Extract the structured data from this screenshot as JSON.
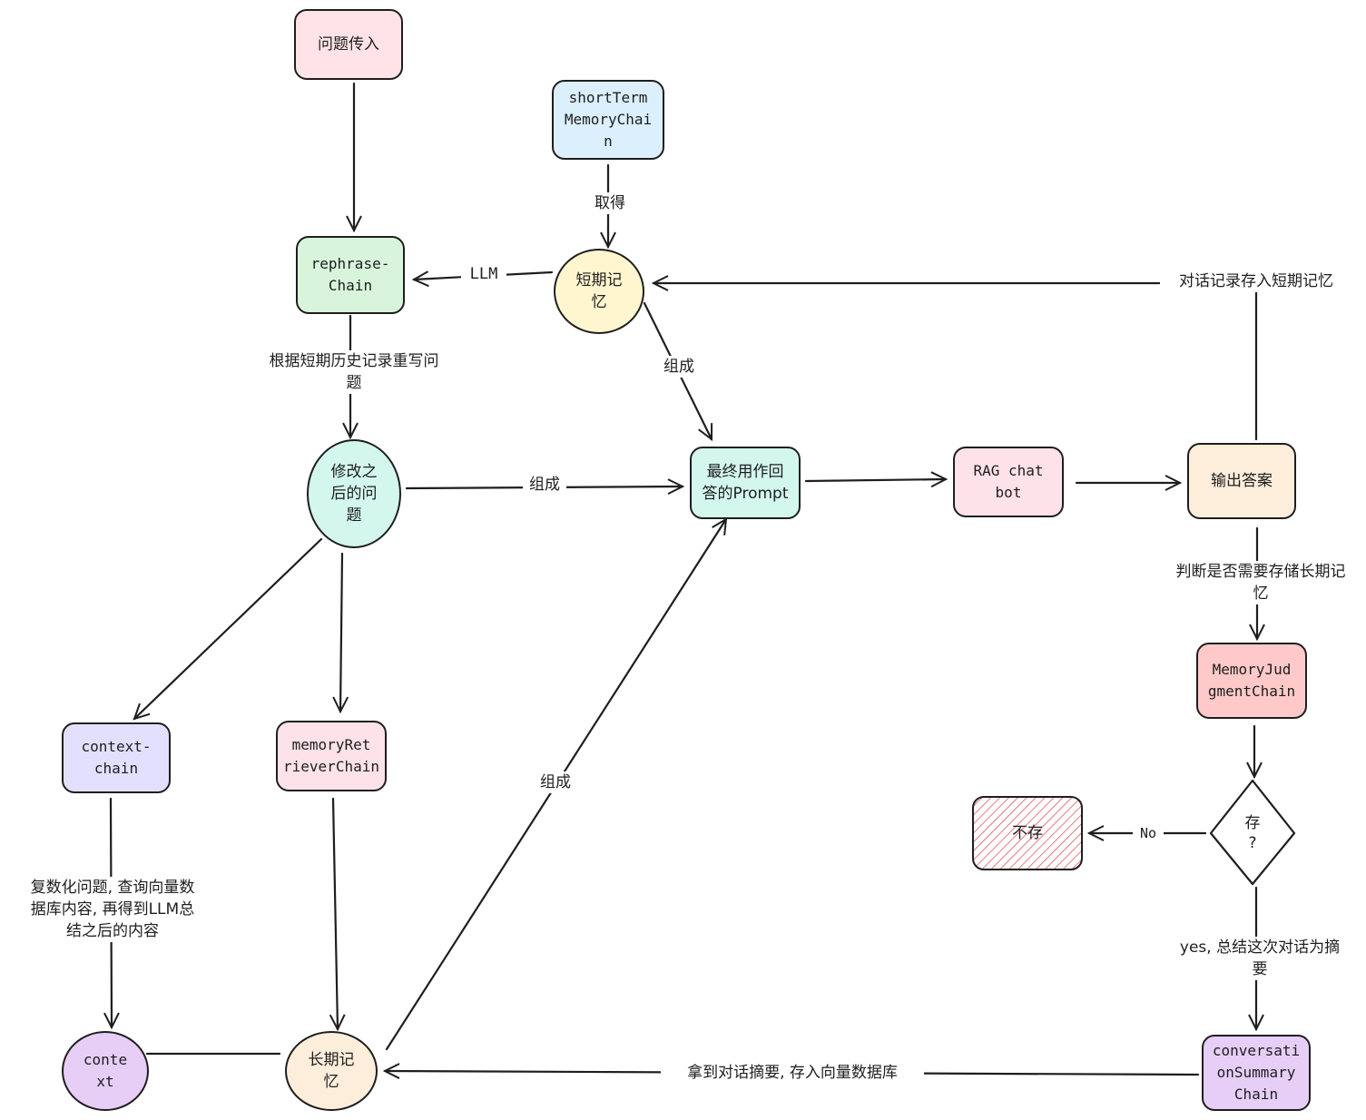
{
  "nodes": {
    "question_in": "问题传入",
    "short_term_chain": "shortTerm\nMemoryChai\nn",
    "rephrase_chain": "rephrase-\nChain",
    "short_memory": "短期记\n忆",
    "modified_question": "修改之\n后的问\n题",
    "final_prompt": "最终用作回\n答的Prompt",
    "rag_chatbot": "RAG chat\nbot",
    "output_answer": "输出答案",
    "memory_judgment_chain": "MemoryJud\ngmentChain",
    "decision": "存\n?",
    "not_store": "不存",
    "context_chain": "context-\nchain",
    "memory_retriever_chain": "memoryRet\nrieverChain",
    "context": "conte\nxt",
    "long_memory": "长期记\n忆",
    "conversation_summary_chain": "conversati\nonSummary\nChain"
  },
  "edge_labels": {
    "obtain": "取得",
    "llm": "LLM",
    "rephrase_desc": "根据短期历史记录重写问\n题",
    "compose_1": "组成",
    "compose_2": "组成",
    "compose_3": "组成",
    "store_short": "对话记录存入短期记忆",
    "judge_long": "判断是否需要存储长期记\n忆",
    "no": "No",
    "yes_summary": "yes, 总结这次对话为摘\n要",
    "multi_query": "复数化问题, 查询向量数\n据库内容, 再得到LLM总\n结之后的内容",
    "store_vector": "拿到对话摘要, 存入向量数据库"
  },
  "colors": {
    "stroke": "#1e1e1e",
    "pink": "#ffe3e6",
    "blue": "#dbeffc",
    "green": "#d8f5dc",
    "yellow": "#fff6cf",
    "cyan": "#d3f7ec",
    "peach": "#fdeedb",
    "red": "#ffc9c9",
    "red_hatch": "#e03131",
    "lavender": "#e3e0ff",
    "purple": "#e6cef7",
    "lightpink": "#fde2ea"
  }
}
